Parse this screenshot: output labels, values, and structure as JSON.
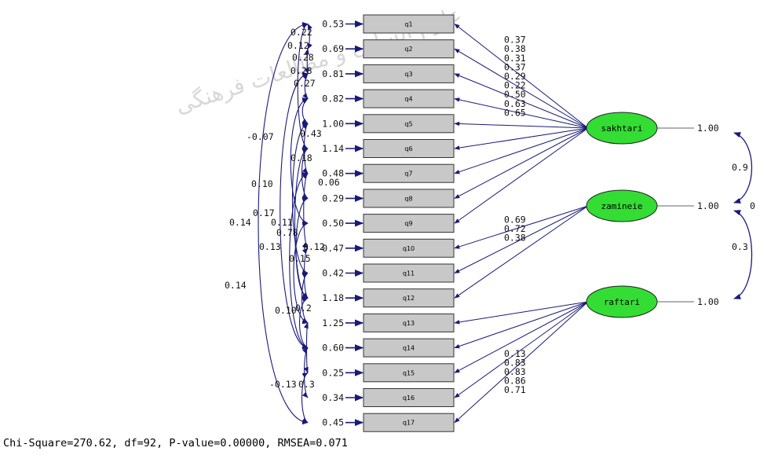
{
  "watermark": "علوم انسانی و مطالعات فرهنگی",
  "footer": "Chi-Square=270.62, df=92, P-value=0.00000, RMSEA=0.071",
  "colors": {
    "arrow": "#1a1a7a",
    "box_fill": "#c8c8c8",
    "latent_fill": "#33dd33"
  },
  "items": [
    {
      "label": "q1",
      "error": "0.53"
    },
    {
      "label": "q2",
      "error": "0.69"
    },
    {
      "label": "q3",
      "error": "0.81"
    },
    {
      "label": "q4",
      "error": "0.82"
    },
    {
      "label": "q5",
      "error": "1.00"
    },
    {
      "label": "q6",
      "error": "1.14"
    },
    {
      "label": "q7",
      "error": "0.48"
    },
    {
      "label": "q8",
      "error": "0.29"
    },
    {
      "label": "q9",
      "error": "0.50"
    },
    {
      "label": "q10",
      "error": "0.47"
    },
    {
      "label": "q11",
      "error": "0.42"
    },
    {
      "label": "q12",
      "error": "1.18"
    },
    {
      "label": "q13",
      "error": "1.25"
    },
    {
      "label": "q14",
      "error": "0.60"
    },
    {
      "label": "q15",
      "error": "0.25"
    },
    {
      "label": "q16",
      "error": "0.34"
    },
    {
      "label": "q17",
      "error": "0.45"
    }
  ],
  "latents": [
    {
      "label": "sakhtari",
      "variance": "1.00",
      "loadings": [
        "0.37",
        "0.38",
        "0.31",
        "0.37",
        "0.29",
        "0.22",
        "0.50",
        "0.63",
        "0.65"
      ],
      "targets": [
        0,
        1,
        2,
        3,
        4,
        5,
        6,
        7,
        8
      ]
    },
    {
      "label": "zamineie",
      "variance": "1.00",
      "loadings": [
        "0.69",
        "0.72",
        "0.38"
      ],
      "targets": [
        9,
        10,
        11
      ]
    },
    {
      "label": "raftari",
      "variance": "1.00",
      "loadings": [
        "0.13",
        "0.83",
        "0.83",
        "0.86",
        "0.71"
      ],
      "targets": [
        12,
        13,
        14,
        15,
        16
      ]
    }
  ],
  "latent_covariances": [
    "0.9",
    "0.3",
    "0"
  ],
  "error_covariances": [
    "0.22",
    "0.12",
    "0.28",
    "0.23",
    "0.27",
    "-0.07",
    "0.43",
    "0.18",
    "0.06",
    "0.10",
    "0.17",
    "0.14",
    "0.11",
    "0.78",
    "0.13",
    "0.12",
    "0.15",
    "0.14",
    "0.10",
    "0.2",
    "-0.13",
    "0.3"
  ]
}
